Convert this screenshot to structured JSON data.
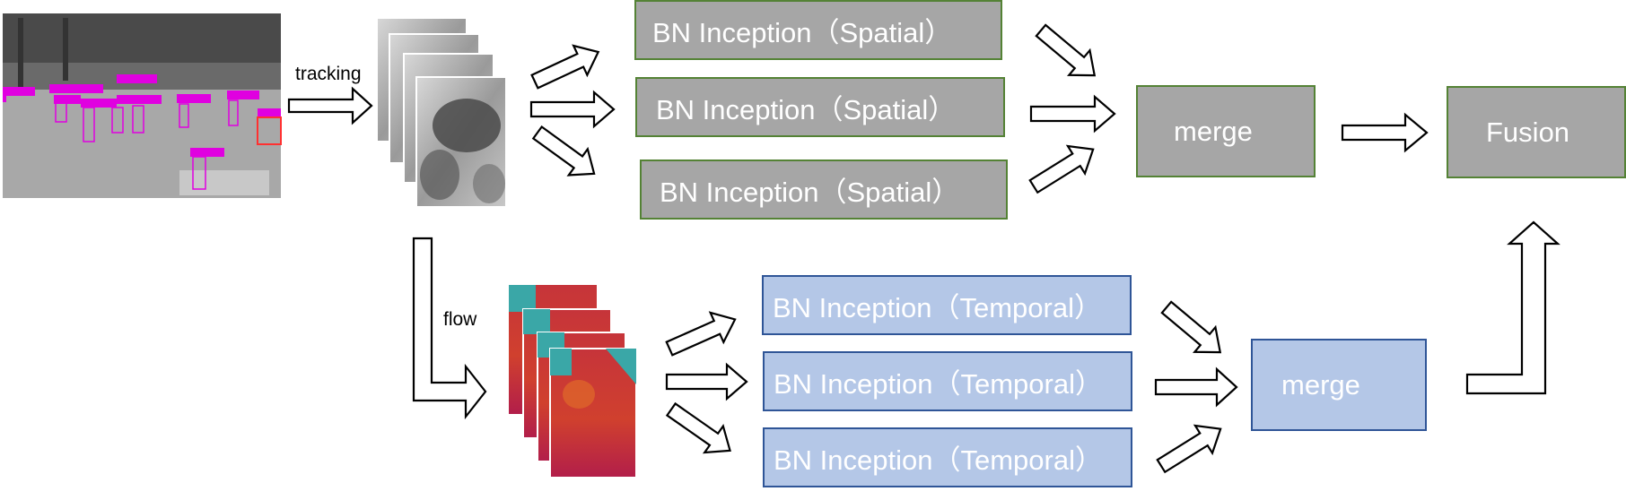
{
  "diagram": {
    "edge_labels": {
      "tracking": "tracking",
      "flow": "flow"
    },
    "spatial_branch": {
      "boxes": [
        "BN Inception（Spatial）",
        "BN Inception（Spatial）",
        "BN Inception（Spatial）"
      ],
      "merge": "merge"
    },
    "temporal_branch": {
      "boxes": [
        "BN Inception（Temporal）",
        "BN Inception（Temporal）",
        "BN Inception（Temporal）"
      ],
      "merge": "merge"
    },
    "fusion": "Fusion"
  },
  "colors": {
    "spatial_fill": "#a6a6a6",
    "spatial_border": "#548235",
    "temporal_fill": "#b4c7e7",
    "temporal_border": "#2f5597",
    "box_text": "#ffffff",
    "flow_frame_red": "#c0303c",
    "flow_frame_teal": "#3aa7a7"
  }
}
